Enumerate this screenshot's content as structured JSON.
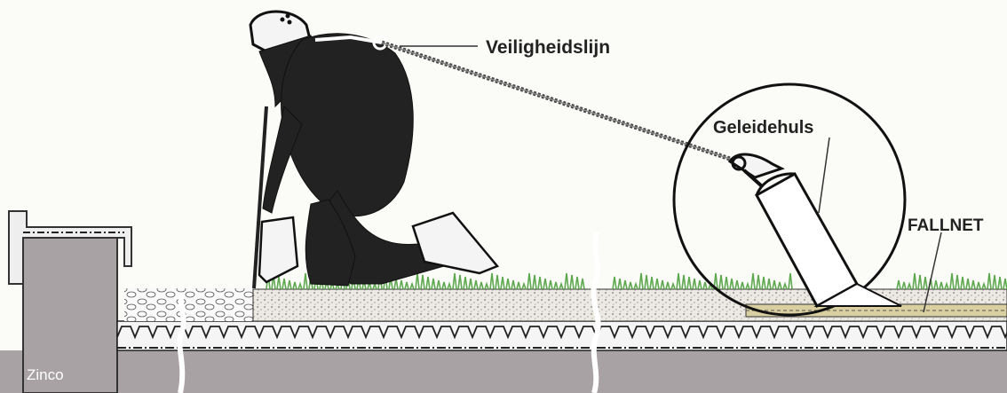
{
  "labels": {
    "safety_line": "Veiligheidslijn",
    "guide_sleeve": "Geleidehuls",
    "fall_net": "FALLNET",
    "credit": "Zinco"
  },
  "colors": {
    "slab": "#a8a2a5",
    "gravel": "#e7e4de",
    "vegetation": "#5ea84f",
    "outline": "#1a1a1a",
    "worker": "#222222"
  },
  "icons": [
    "worker-figure",
    "safety-harness",
    "lanyard-chain",
    "detail-magnifier-circle",
    "anchor-sleeve"
  ]
}
